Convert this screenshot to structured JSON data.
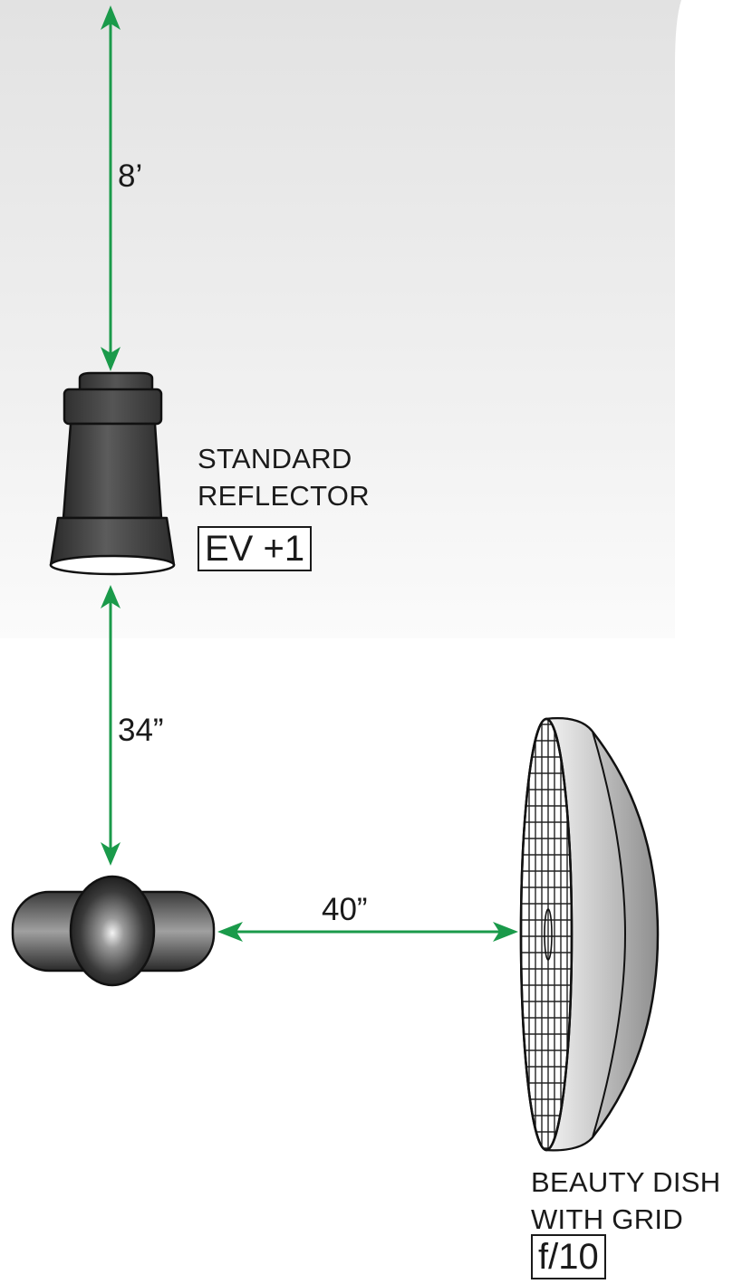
{
  "lights": {
    "reflector": {
      "name_line1": "STANDARD",
      "name_line2": "REFLECTOR",
      "setting": "EV +1"
    },
    "beauty_dish": {
      "name_line1": "BEAUTY DISH",
      "name_line2": "WITH GRID",
      "setting": "f/10"
    }
  },
  "distances": {
    "reflector_to_background": "8’",
    "reflector_to_subject": "34”",
    "subject_to_dish": "40”"
  },
  "colors": {
    "background_sweep": "#ebebeb",
    "arrow": "#1a9a4a",
    "outline": "#111111"
  }
}
